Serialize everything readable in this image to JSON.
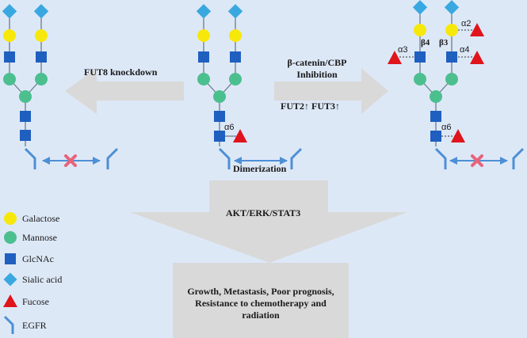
{
  "colors": {
    "background": "#dde8f7",
    "galactose": "#f7e80c",
    "mannose": "#4cbf8f",
    "glcnac": "#1f5fbf",
    "sialic_acid": "#3aa8e0",
    "fucose": "#e0141b",
    "egfr": "#4d8fd6",
    "arrow_gray": "#d9d9d9",
    "x_mark": "#e8637a"
  },
  "labels": {
    "fut8_knockdown": "FUT8 knockdown",
    "beta_catenin": "β-catenin/CBP",
    "inhibition": "Inhibition",
    "fut2_fut3": "FUT2↑  FUT3↑",
    "dimerization": "Dimerization",
    "akt": "AKT/ERK/STAT3",
    "outcome_line1": "Growth, Metastasis, Poor prognosis,",
    "outcome_line2": "Resistance to chemotherapy and",
    "outcome_line3": "radiation"
  },
  "linkages": {
    "a6_center": "α6",
    "a6_right": "α6",
    "a2": "α2",
    "a3": "α3",
    "a4": "α4",
    "b4": "β4",
    "b3": "β3"
  },
  "legend": [
    {
      "label": "Galactose",
      "icon": "yellow-circle"
    },
    {
      "label": "Mannose",
      "icon": "green-circle"
    },
    {
      "label": "GlcNAc",
      "icon": "blue-square"
    },
    {
      "label": "Sialic acid",
      "icon": "cyan-diamond"
    },
    {
      "label": "Fucose",
      "icon": "red-triangle"
    },
    {
      "label": "EGFR",
      "icon": "egfr-receptor"
    }
  ]
}
